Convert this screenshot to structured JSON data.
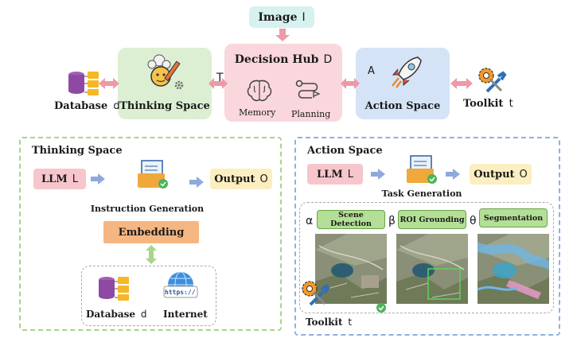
{
  "top": {
    "image_label": "Image",
    "image_symbol": "I",
    "decision_hub_label": "Decision Hub",
    "decision_hub_symbol": "D",
    "memory_label": "Memory",
    "planning_label": "Planning",
    "thinking_space_label": "Thinking Space",
    "thinking_symbol": "T",
    "action_space_label": "Action Space",
    "action_symbol": "A",
    "database_label": "Database",
    "database_symbol": "d",
    "toolkit_label": "Toolkit",
    "toolkit_symbol": "t"
  },
  "thinking_panel": {
    "title": "Thinking Space",
    "llm_label": "LLM",
    "llm_symbol": "L",
    "output_label": "Output",
    "output_symbol": "O",
    "instruction_generation": "Instruction Generation",
    "embedding": "Embedding",
    "database_label": "Database",
    "database_symbol": "d",
    "internet_label": "Internet",
    "internet_icon_text": "https://"
  },
  "action_panel": {
    "title": "Action Space",
    "llm_label": "LLM",
    "llm_symbol": "L",
    "output_label": "Output",
    "output_symbol": "O",
    "task_generation": "Task Generation",
    "tools": [
      {
        "symbol": "α",
        "label": "Scene Detection"
      },
      {
        "symbol": "β",
        "label": "ROI Grounding"
      },
      {
        "symbol": "θ",
        "label": "Segmentation"
      }
    ],
    "toolkit_label": "Toolkit",
    "toolkit_symbol": "t"
  },
  "colors": {
    "image_box": "#d7f1ef",
    "decision_hub_box": "#f9d7dd",
    "thinking_box": "#dcefd3",
    "action_box": "#d5e3f7",
    "arrow_pink": "#ec9aa6",
    "arrow_blue": "#8ea9dd",
    "llm_box": "#f6c6cc",
    "output_box": "#fbeec0",
    "embedding_box": "#f6b682",
    "tool_box": "#b3df96",
    "green_dash": "#a7d68b",
    "blue_dash": "#8fb0e3"
  }
}
